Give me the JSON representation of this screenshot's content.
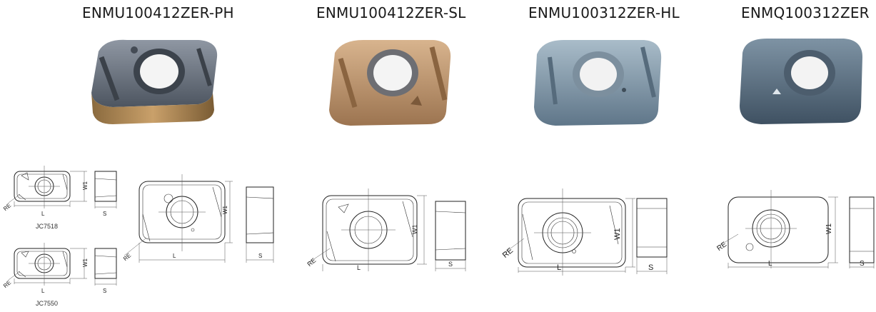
{
  "titles": [
    "ENMU100412ZER-PH",
    "ENMU100412ZER-SL",
    "ENMU100312ZER-HL",
    "ENMQ100312ZER"
  ],
  "dimensions": {
    "length": "L",
    "width": "W1",
    "thickness": "S",
    "corner_radius": "RE"
  },
  "variants": {
    "upper": "JC7518",
    "lower": "JC7550"
  },
  "colors": {
    "coating_gray": "#5d6470",
    "coating_gold": "#b8895a",
    "coating_blue": "#7f95aa",
    "coating_dark_blue": "#4f6172"
  }
}
